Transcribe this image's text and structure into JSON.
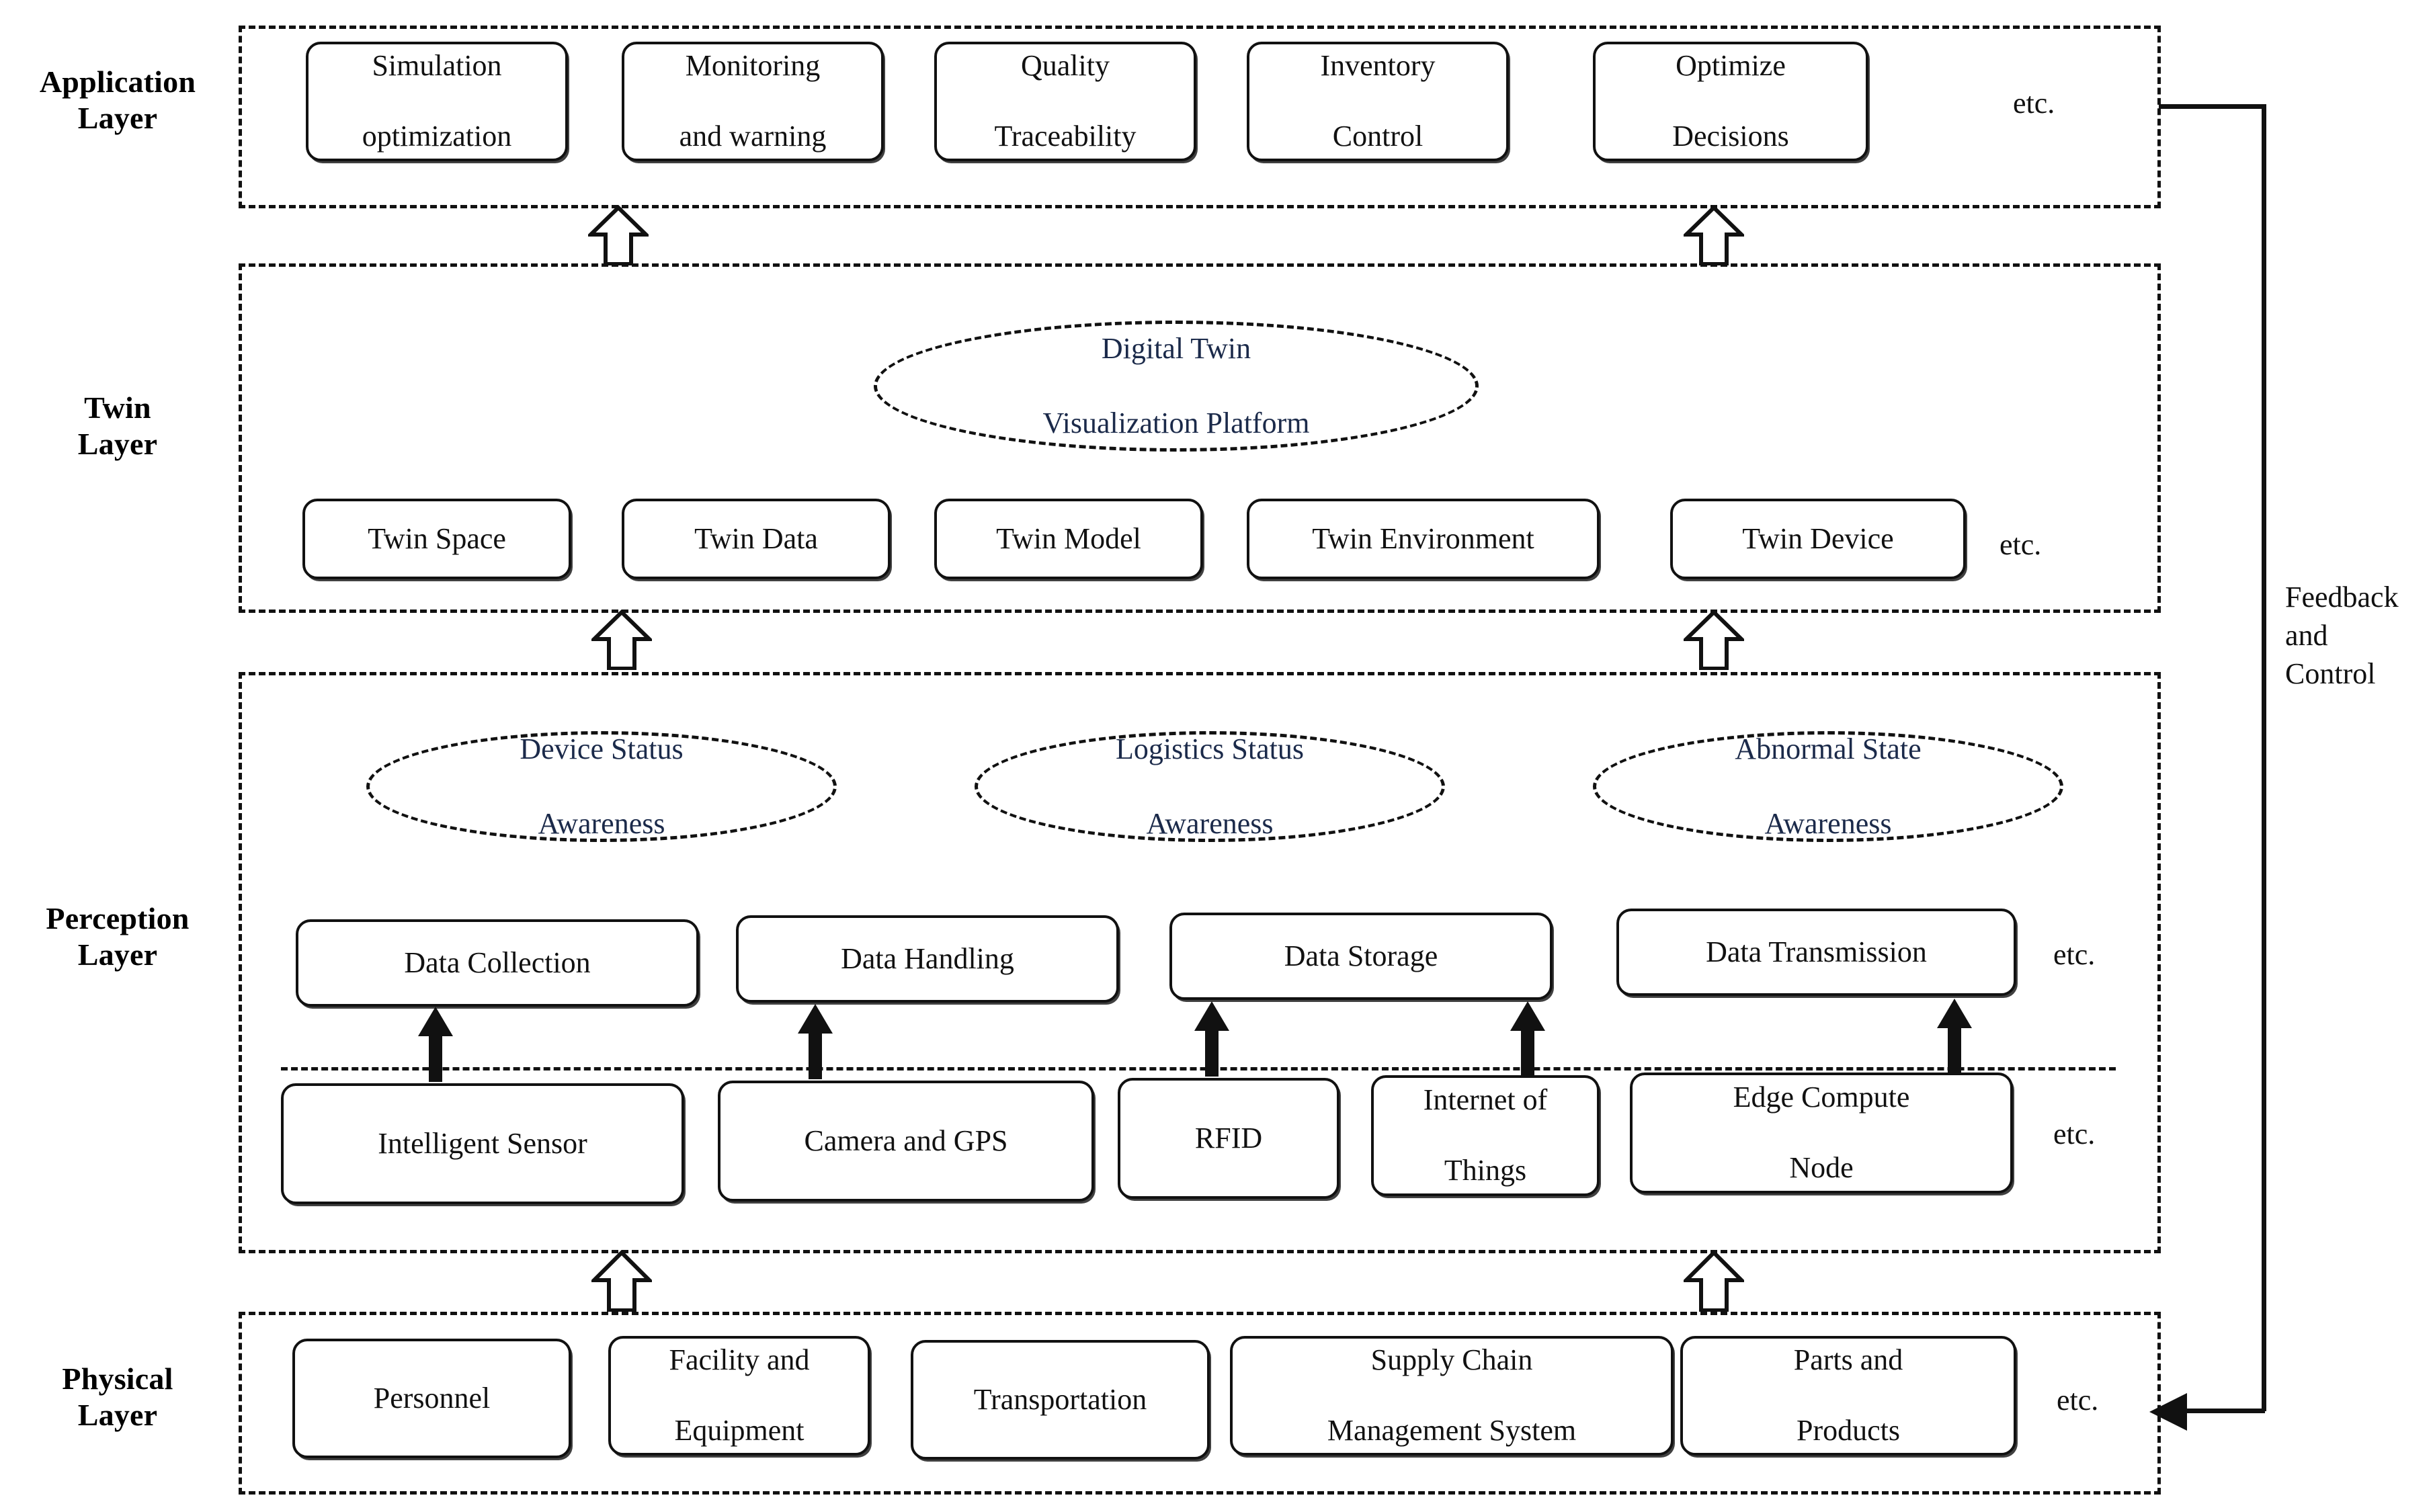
{
  "diagram": {
    "title": "Digital twin layered architecture",
    "feedback": {
      "label": "Feedback\nand\nControl",
      "line1": "Feedback",
      "line2": "and",
      "line3": "Control"
    },
    "etc_label": "etc."
  },
  "layers": [
    {
      "id": "application",
      "label_line1": "Application",
      "label_line2": "Layer",
      "nodes": [
        {
          "line1": "Simulation",
          "line2": "optimization"
        },
        {
          "line1": "Monitoring",
          "line2": "and warning"
        },
        {
          "line1": "Quality",
          "line2": "Traceability"
        },
        {
          "line1": "Inventory",
          "line2": "Control"
        },
        {
          "line1": "Optimize",
          "line2": "Decisions"
        }
      ],
      "etc": "etc."
    },
    {
      "id": "twin",
      "label_line1": "Twin",
      "label_line2": "Layer",
      "ellipses": [
        {
          "line1": "Digital Twin",
          "line2": "Visualization Platform"
        }
      ],
      "nodes": [
        {
          "line1": "Twin Space",
          "line2": ""
        },
        {
          "line1": "Twin Data",
          "line2": ""
        },
        {
          "line1": "Twin Model",
          "line2": ""
        },
        {
          "line1": "Twin Environment",
          "line2": ""
        },
        {
          "line1": "Twin Device",
          "line2": ""
        }
      ],
      "etc": "etc."
    },
    {
      "id": "perception",
      "label_line1": "Perception",
      "label_line2": "Layer",
      "ellipses": [
        {
          "line1": "Device Status",
          "line2": "Awareness"
        },
        {
          "line1": "Logistics Status",
          "line2": "Awareness"
        },
        {
          "line1": "Abnormal State",
          "line2": "Awareness"
        }
      ],
      "data_nodes": [
        {
          "line1": "Data Collection",
          "line2": ""
        },
        {
          "line1": "Data Handling",
          "line2": ""
        },
        {
          "line1": "Data Storage",
          "line2": ""
        },
        {
          "line1": "Data Transmission",
          "line2": ""
        }
      ],
      "data_etc": "etc.",
      "device_nodes": [
        {
          "line1": "Intelligent Sensor",
          "line2": ""
        },
        {
          "line1": "Camera and GPS",
          "line2": ""
        },
        {
          "line1": "RFID",
          "line2": ""
        },
        {
          "line1": "Internet of",
          "line2": "Things"
        },
        {
          "line1": "Edge Compute",
          "line2": "Node"
        }
      ],
      "device_etc": "etc."
    },
    {
      "id": "physical",
      "label_line1": "Physical",
      "label_line2": "Layer",
      "nodes": [
        {
          "line1": "Personnel",
          "line2": ""
        },
        {
          "line1": "Facility and",
          "line2": "Equipment"
        },
        {
          "line1": "Transportation",
          "line2": ""
        },
        {
          "line1": "Supply Chain",
          "line2": "Management System"
        },
        {
          "line1": "Parts and",
          "line2": "Products"
        }
      ],
      "etc": "etc."
    }
  ],
  "colors": {
    "stroke": "#111111",
    "ellipse_text": "#1b2a4a",
    "background": "#ffffff"
  }
}
